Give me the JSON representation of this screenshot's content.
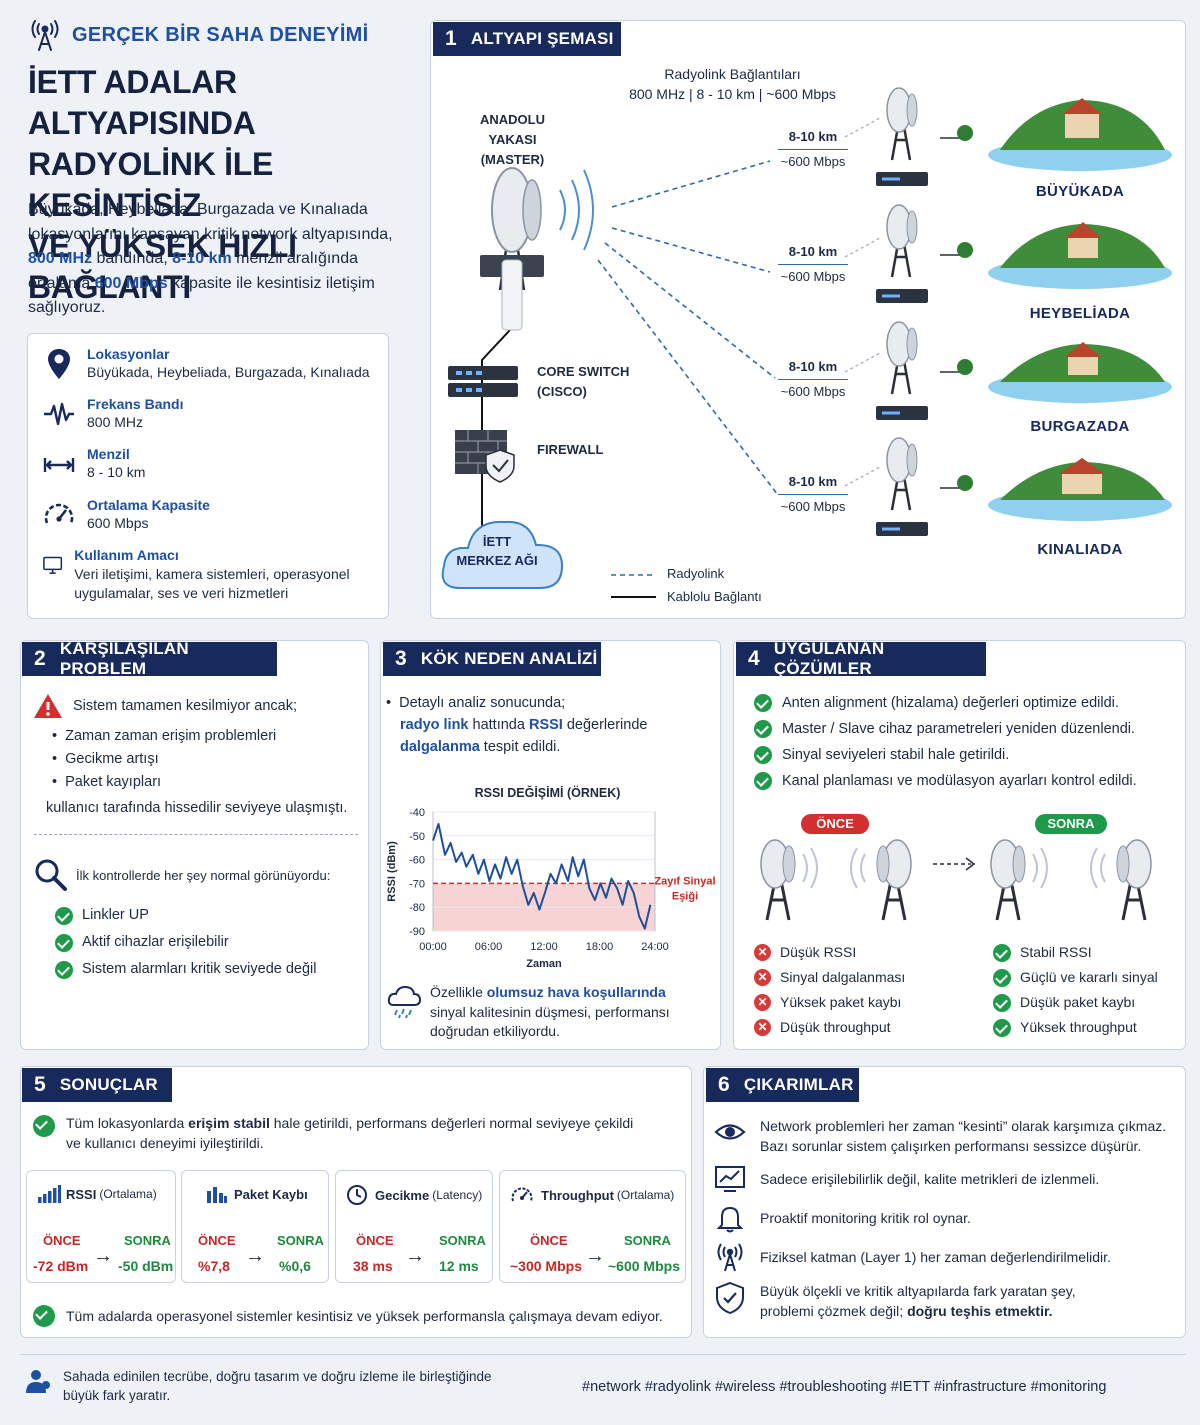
{
  "header": {
    "kicker": "GERÇEK BİR SAHA DENEYİMİ",
    "title_lines": [
      "İETT ADALAR ALTYAPISINDA",
      "RADYOLİNK İLE KESİNTİSİZ",
      "VE YÜKSEK HIZLI BAĞLANTI"
    ],
    "intro": {
      "p1": "Büyükada, Heybeliada, Burgazada ve Kınalıada lokasyonlarını kapsayan kritik network altyapısında,",
      "freq": "800 MHz",
      "p2": " bandında, ",
      "range": "8-10 km",
      "p3": " menzil aralığında ortalama ",
      "cap": "600 Mbps",
      "p4": " kapasite ile kesintisiz iletişim sağlıyoruz."
    }
  },
  "info": [
    {
      "icon": "location-pin-icon",
      "label": "Lokasyonlar",
      "value": "Büyükada, Heybeliada, Burgazada, Kınalıada"
    },
    {
      "icon": "waveform-icon",
      "label": "Frekans Bandı",
      "value": "800 MHz"
    },
    {
      "icon": "range-arrow-icon",
      "label": "Menzil",
      "value": "8 - 10 km"
    },
    {
      "icon": "speedometer-icon",
      "label": "Ortalama Kapasite",
      "value": "600 Mbps"
    },
    {
      "icon": "monitor-icon",
      "label": "Kullanım Amacı",
      "value": "Veri iletişimi, kamera sistemleri, operasyonel uygulamalar, ses ve veri hizmetleri"
    }
  ],
  "s1": {
    "num": "1",
    "title": "ALTYAPI ŞEMASI",
    "radio_title": "Radyolink Bağlantıları",
    "radio_sub": "800 MHz | 8 - 10 km | ~600 Mbps",
    "master": "ANADOLU YAKASI\n(MASTER)",
    "core": "CORE SWITCH\n(CISCO)",
    "firewall": "FIREWALL",
    "net": "İETT\nMERKEZ AĞI",
    "legend_radio": "Radyolink",
    "legend_cable": "Kablolu Bağlantı",
    "links": [
      {
        "km": "8-10 km",
        "mbps": "~600 Mbps",
        "island": "BÜYÜKADA"
      },
      {
        "km": "8-10 km",
        "mbps": "~600 Mbps",
        "island": "HEYBELİADA"
      },
      {
        "km": "8-10 km",
        "mbps": "~600 Mbps",
        "island": "BURGAZADA"
      },
      {
        "km": "8-10 km",
        "mbps": "~600 Mbps",
        "island": "KINALIADA"
      }
    ]
  },
  "s2": {
    "num": "2",
    "title": "KARŞILAŞILAN PROBLEM",
    "lead": "Sistem tamamen kesilmiyor ancak;",
    "bullets": [
      "Zaman zaman erişim problemleri",
      "Gecikme artışı",
      "Paket kayıpları"
    ],
    "tail": "kullanıcı tarafında hissedilir seviyeye ulaşmıştı.",
    "check_lead": "İlk kontrollerde her şey normal görünüyordu:",
    "checks": [
      "Linkler UP",
      "Aktif cihazlar erişilebilir",
      "Sistem alarmları kritik seviyede değil"
    ]
  },
  "s3": {
    "num": "3",
    "title": "KÖK NEDEN ANALİZİ",
    "l1": "Detaylı analiz sonucunda;",
    "l2a": "radyo link",
    "l2b": " hattında ",
    "l2c": "RSSI",
    "l2d": " değerlerinde",
    "l3a": "dalgalanma",
    "l3b": " tespit edildi.",
    "weather_a": "Özellikle ",
    "weather_b": "olumsuz hava koşullarında",
    "weather_c": "sinyal kalitesinin düşmesi, performansı",
    "weather_d": "doğrudan etkiliyordu."
  },
  "chart_data": {
    "type": "line",
    "title": "RSSI DEĞİŞİMİ (ÖRNEK)",
    "xlabel": "Zaman",
    "ylabel": "RSSI (dBm)",
    "x_ticks": [
      "00:00",
      "06:00",
      "12:00",
      "18:00",
      "24:00"
    ],
    "y_ticks": [
      -40,
      -50,
      -60,
      -70,
      -80,
      -90
    ],
    "ylim": [
      -90,
      -40
    ],
    "xlim": [
      0,
      24
    ],
    "threshold": {
      "value": -70,
      "label": "Zayıf Sinyal\nEşiği"
    },
    "series": [
      {
        "values": [
          [
            0,
            -52
          ],
          [
            0.6,
            -45
          ],
          [
            1.3,
            -58
          ],
          [
            1.9,
            -53
          ],
          [
            2.5,
            -61
          ],
          [
            3.1,
            -57
          ],
          [
            3.6,
            -63
          ],
          [
            4.3,
            -58
          ],
          [
            4.9,
            -66
          ],
          [
            5.5,
            -60
          ],
          [
            6.1,
            -69
          ],
          [
            6.7,
            -62
          ],
          [
            7.3,
            -68
          ],
          [
            7.9,
            -59
          ],
          [
            8.5,
            -66
          ],
          [
            9.1,
            -60
          ],
          [
            9.7,
            -71
          ],
          [
            10.3,
            -79
          ],
          [
            10.9,
            -74
          ],
          [
            11.5,
            -81
          ],
          [
            12.1,
            -74
          ],
          [
            12.7,
            -66
          ],
          [
            13.3,
            -70
          ],
          [
            13.9,
            -62
          ],
          [
            14.6,
            -69
          ],
          [
            15.1,
            -59
          ],
          [
            15.7,
            -67
          ],
          [
            16.3,
            -60
          ],
          [
            16.9,
            -72
          ],
          [
            17.5,
            -77
          ],
          [
            18.1,
            -70
          ],
          [
            18.7,
            -76
          ],
          [
            19.3,
            -68
          ],
          [
            19.9,
            -72
          ],
          [
            20.5,
            -79
          ],
          [
            21.1,
            -69
          ],
          [
            21.7,
            -74
          ],
          [
            22.3,
            -84
          ],
          [
            22.9,
            -89
          ],
          [
            23.5,
            -79
          ]
        ]
      }
    ]
  },
  "s4": {
    "num": "4",
    "title": "UYGULANAN ÇÖZÜMLER",
    "items": [
      "Anten alignment (hizalama) değerleri optimize edildi.",
      "Master / Slave cihaz parametreleri yeniden düzenlendi.",
      "Sinyal seviyeleri stabil hale getirildi.",
      "Kanal planlaması ve modülasyon ayarları kontrol edildi."
    ],
    "before": "ÖNCE",
    "after": "SONRA",
    "before_items": [
      "Düşük RSSI",
      "Sinyal dalgalanması",
      "Yüksek paket kaybı",
      "Düşük throughput"
    ],
    "after_items": [
      "Stabil RSSI",
      "Güçlü ve kararlı sinyal",
      "Düşük paket kaybı",
      "Yüksek throughput"
    ]
  },
  "s5": {
    "num": "5",
    "title": "SONUÇLAR",
    "lead_a": "Tüm lokasyonlarda ",
    "lead_b": "erişim stabil",
    "lead_c": " hale getirildi, performans değerleri normal seviyeye çekildi",
    "lead_d": "ve kullanıcı deneyimi iyileştirildi.",
    "before": "ÖNCE",
    "after": "SONRA",
    "metrics": [
      {
        "title": "RSSI",
        "unit": "(Ortalama)",
        "before": "-72 dBm",
        "after": "-50 dBm"
      },
      {
        "title": "Paket Kaybı",
        "unit": "",
        "before": "%7,8",
        "after": "%0,6"
      },
      {
        "title": "Gecikme",
        "unit": "(Latency)",
        "before": "38 ms",
        "after": "12 ms"
      },
      {
        "title": "Throughput",
        "unit": "(Ortalama)",
        "before": "~300 Mbps",
        "after": "~600 Mbps"
      }
    ],
    "footer": "Tüm adalarda operasyonel sistemler kesintisiz ve yüksek performansla çalışmaya devam ediyor."
  },
  "s6": {
    "num": "6",
    "title": "ÇIKARIMLAR",
    "items": [
      {
        "icon": "eye-icon",
        "a": "Network problemleri her zaman “kesinti” olarak karşımıza çıkmaz.",
        "b": "Bazı sorunlar sistem çalışırken performansı sessizce düşürür."
      },
      {
        "icon": "chart-icon",
        "a": "Sadece erişilebilirlik değil, kalite metrikleri de izlenmeli.",
        "b": ""
      },
      {
        "icon": "bell-icon",
        "a": "Proaktif monitoring kritik rol oynar.",
        "b": ""
      },
      {
        "icon": "antenna-icon",
        "a": "Fiziksel katman (Layer 1) her zaman değerlendirilmelidir.",
        "b": ""
      },
      {
        "icon": "shield-icon",
        "a": "Büyük ölçekli ve kritik altyapılarda fark yaratan şey,",
        "b": "problemi çözmek değil; ",
        "c": "doğru teşhis etmektir."
      }
    ]
  },
  "footer": {
    "l1": "Sahada edinilen tecrübe, doğru tasarım ve doğru izleme ile birleştiğinde",
    "l2": "büyük fark yaratır.",
    "tags": "#network #radyolink #wireless #troubleshooting #IETT #infrastructure #monitoring"
  },
  "colors": {
    "navy": "#182a5c",
    "accent": "#1f4fa0",
    "ok": "#1e9a4a",
    "bad": "#c62828"
  }
}
